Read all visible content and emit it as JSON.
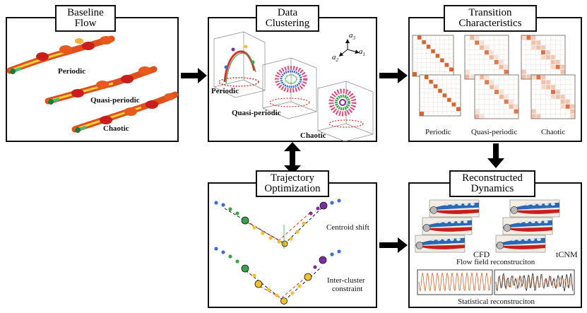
{
  "panels": {
    "baseline": {
      "title_line1": "Baseline",
      "title_line2": "Flow",
      "labels": [
        "Periodic",
        "Quasi-periodic",
        "Chaotic"
      ]
    },
    "clustering": {
      "title_line1": "Data",
      "title_line2": "Clustering",
      "labels": [
        "Periodic",
        "Quasi-periodic",
        "Chaotic"
      ],
      "axes": {
        "a1": "a",
        "a1_sub": "1",
        "a2": "a",
        "a2_sub": "2",
        "a3": "a",
        "a3_sub": "3"
      }
    },
    "transition": {
      "title_line1": "Transition",
      "title_line2": "Characteristics",
      "labels": [
        "Periodic",
        "Quasi-periodic",
        "Chaotic"
      ]
    },
    "trajectory": {
      "title_line1": "Trajectory",
      "title_line2": "Optimization",
      "labels": [
        "Centroid shift",
        "Inter-cluster",
        "constraint"
      ]
    },
    "reconstructed": {
      "title_line1": "Reconstructed",
      "title_line2": "Dynamics",
      "cfd_label": "CFD",
      "tcnm_label": "tCNM",
      "flow_label": "Flow field reconstruciton",
      "stat_label": "Statistical reconstruciton"
    }
  },
  "colors": {
    "border": "#111111",
    "matrix": "#d9622b",
    "green": "#3aa34a",
    "blue": "#3b6fd0",
    "yellow": "#f2c12e",
    "purple": "#7d2fa0",
    "red": "#d9322b"
  }
}
